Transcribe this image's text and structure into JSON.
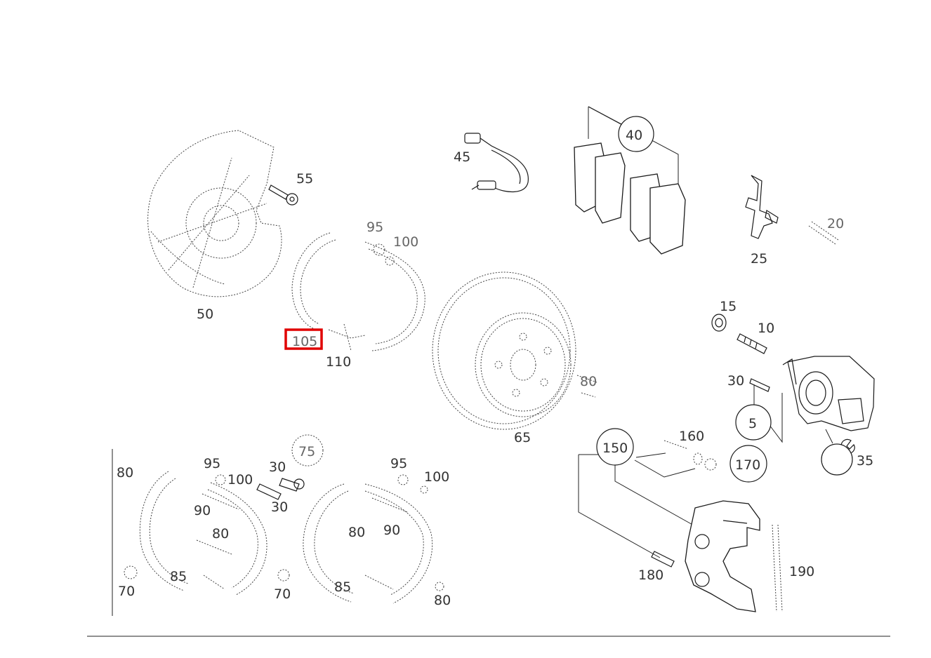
{
  "diagram": {
    "highlighted_callout": "105",
    "colors": {
      "line": "#1a1a1a",
      "highlight": "#e00000",
      "background": "#ffffff"
    },
    "labels": {
      "l5": "5",
      "l10": "10",
      "l15": "15",
      "l20": "20",
      "l25": "25",
      "l30a": "30",
      "l30b": "30",
      "l30c": "30",
      "l35": "35",
      "l40": "40",
      "l45": "45",
      "l50": "50",
      "l55": "55",
      "l65": "65",
      "l70a": "70",
      "l70b": "70",
      "l75": "75",
      "l80a": "80",
      "l80b": "80",
      "l80c": "80",
      "l80d": "80",
      "l80e": "80",
      "l85a": "85",
      "l85b": "85",
      "l90a": "90",
      "l90b": "90",
      "l95a": "95",
      "l95b": "95",
      "l95c": "95",
      "l100a": "100",
      "l100b": "100",
      "l100c": "100",
      "l105": "105",
      "l110": "110",
      "l150": "150",
      "l160": "160",
      "l170": "170",
      "l180": "180",
      "l190": "190"
    }
  }
}
